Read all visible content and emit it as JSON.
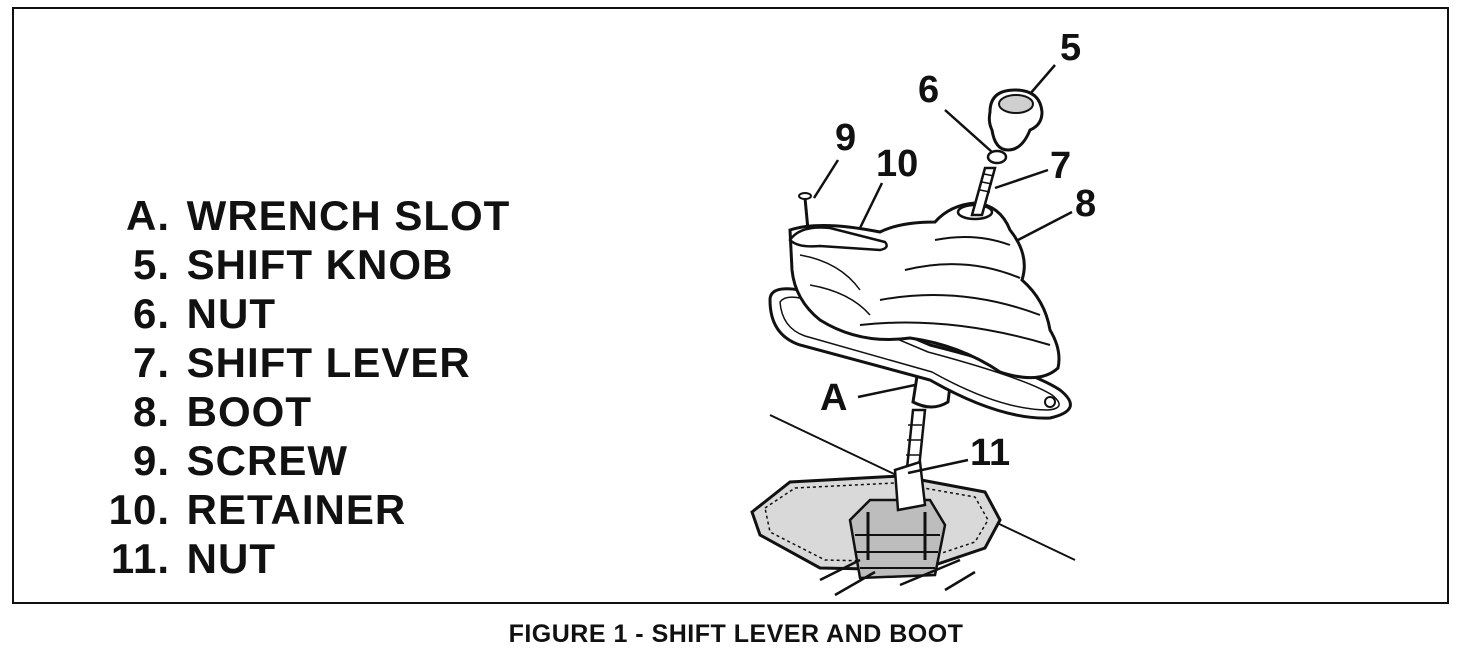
{
  "legend": [
    {
      "key": "A.",
      "label": "WRENCH SLOT"
    },
    {
      "key": "5.",
      "label": "SHIFT KNOB"
    },
    {
      "key": "6.",
      "label": "NUT"
    },
    {
      "key": "7.",
      "label": "SHIFT LEVER"
    },
    {
      "key": "8.",
      "label": "BOOT"
    },
    {
      "key": "9.",
      "label": "SCREW"
    },
    {
      "key": "10.",
      "label": "RETAINER"
    },
    {
      "key": "11.",
      "label": "NUT"
    }
  ],
  "callouts": {
    "c5": "5",
    "c6": "6",
    "c7": "7",
    "c8": "8",
    "c9": "9",
    "c10": "10",
    "cA": "A",
    "c11": "11"
  },
  "caption": "FIGURE 1 - SHIFT LEVER AND BOOT"
}
